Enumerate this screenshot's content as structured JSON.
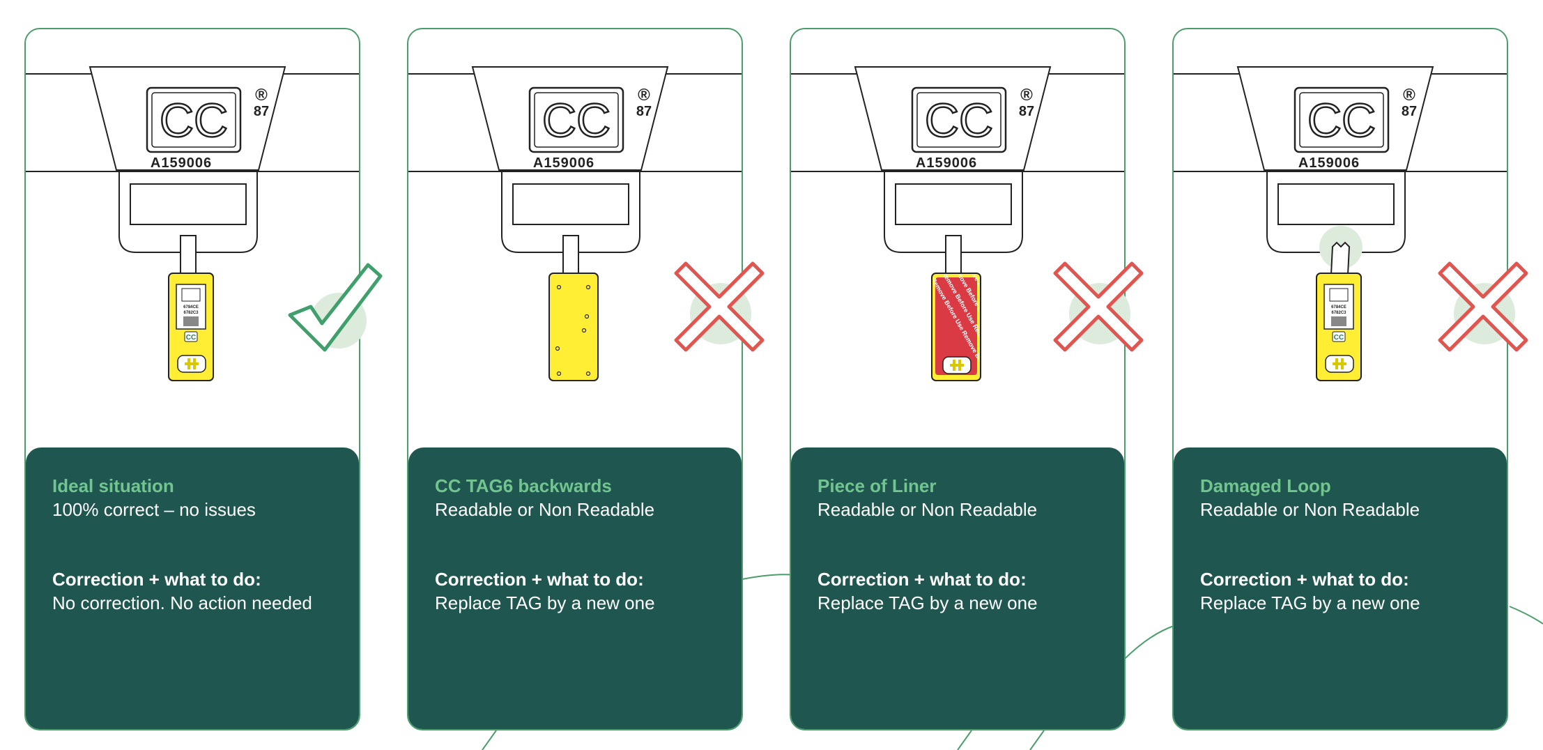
{
  "fixture": {
    "logo_text": "CC",
    "registered_symbol": "®",
    "registered_number": "87",
    "serial_number": "A159006"
  },
  "tag_chip": {
    "label_lines": [
      "6784CE",
      "6782C3"
    ],
    "logo_text": "CC"
  },
  "liner_text": "Remove Before Use Remove Before Use",
  "cards": [
    {
      "title": "Ideal situation",
      "subtitle": "100% correct – no issues",
      "correction_label": "Correction + what to do:",
      "correction_text": "No correction. No action needed",
      "status": "correct",
      "status_icon": "check-icon",
      "status_color": "#3fa06c"
    },
    {
      "title": "CC TAG6 backwards",
      "subtitle": "Readable or Non Readable",
      "correction_label": "Correction + what to do:",
      "correction_text": "Replace TAG by a new one",
      "status": "incorrect",
      "status_icon": "cross-icon",
      "status_color": "#e0554f"
    },
    {
      "title": "Piece of Liner",
      "subtitle": "Readable or Non Readable",
      "correction_label": "Correction + what to do:",
      "correction_text": "Replace TAG by a new one",
      "status": "incorrect",
      "status_icon": "cross-icon",
      "status_color": "#e0554f"
    },
    {
      "title": "Damaged Loop",
      "subtitle": "Readable or Non Readable",
      "correction_label": "Correction + what to do:",
      "correction_text": "Replace TAG by a new one",
      "status": "incorrect",
      "status_icon": "cross-icon",
      "status_color": "#e0554f"
    }
  ],
  "colors": {
    "card_border": "#4a9e6c",
    "panel_background": "#1f5750",
    "title_green": "#72c58f",
    "tag_yellow": "#ffee33",
    "liner_red": "#d93a44",
    "highlight_green": "#dcebdc"
  }
}
